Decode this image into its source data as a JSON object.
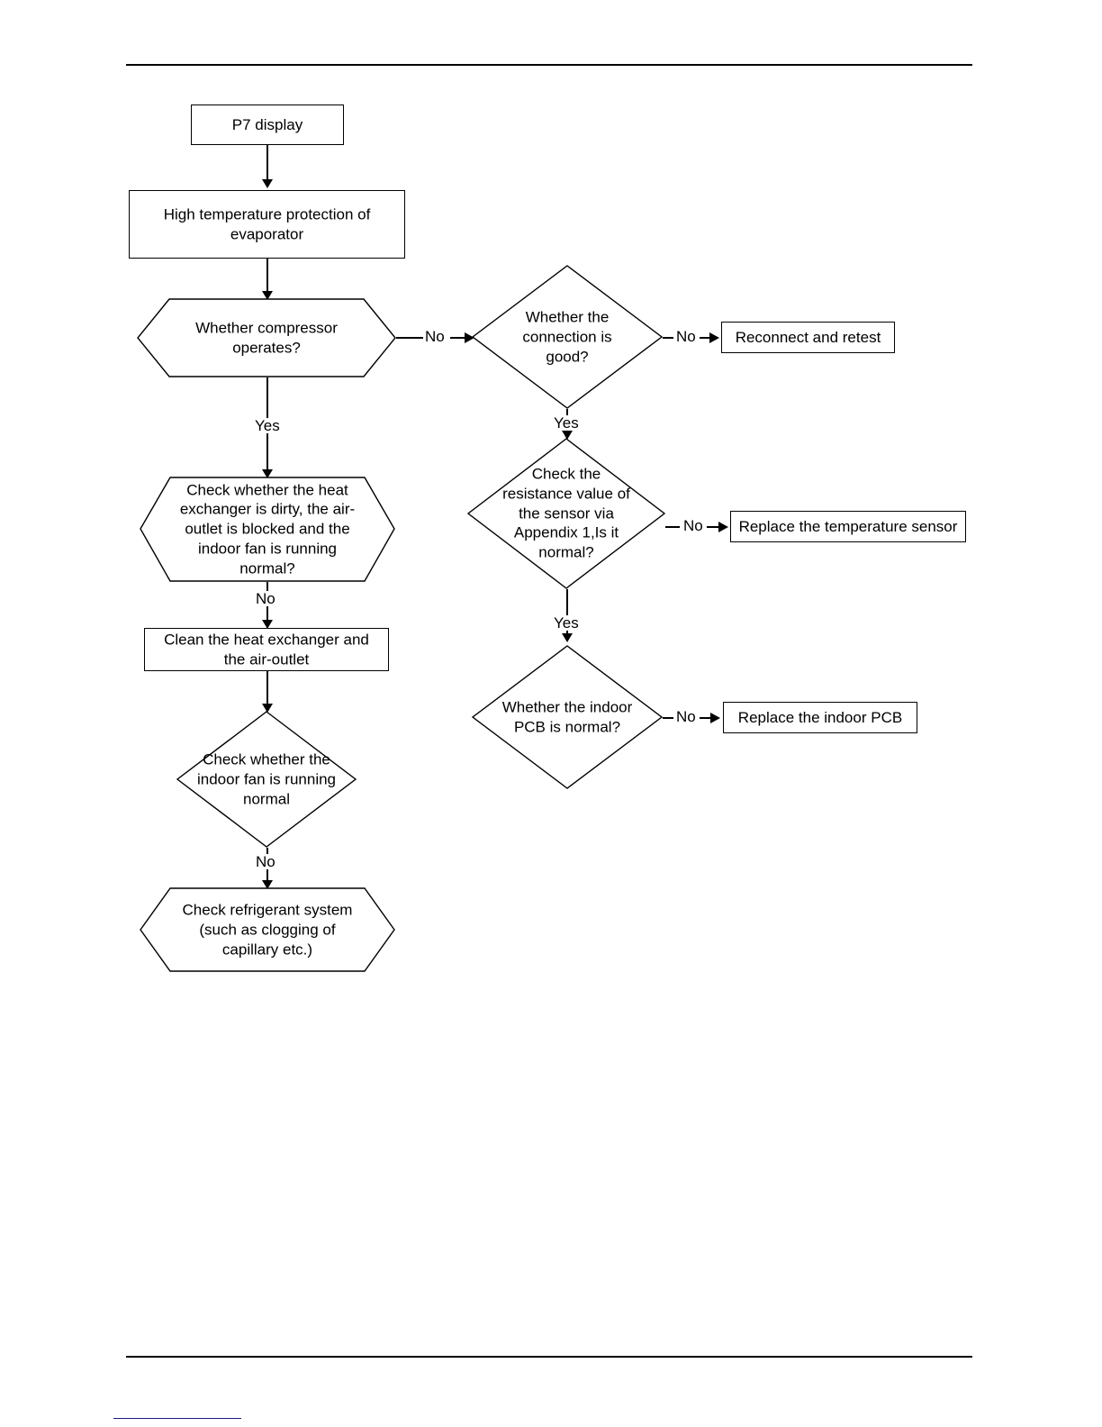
{
  "page": {
    "title": "P7 error code troubleshooting flowchart",
    "rules": {
      "top": "horizontal-rule",
      "bottom": "horizontal-rule",
      "footer": "footer-underline"
    }
  },
  "flowchart": {
    "type": "diagram",
    "nodes": [
      {
        "id": "start",
        "shape": "rectangle",
        "text": "P7 display"
      },
      {
        "id": "fault",
        "shape": "rectangle",
        "text": "High temperature protection of\nevaporator"
      },
      {
        "id": "compressor",
        "shape": "hexagon",
        "text": "Whether compressor\noperates?"
      },
      {
        "id": "connection",
        "shape": "diamond",
        "text": "Whether the\nconnection is\ngood?"
      },
      {
        "id": "reconnect",
        "shape": "rectangle",
        "text": "Reconnect and retest"
      },
      {
        "id": "heat-exchanger",
        "shape": "hexagon",
        "text": "Check whether the heat\nexchanger is dirty, the air-\noutlet is blocked and the\nindoor fan is running\nnormal?"
      },
      {
        "id": "resistance",
        "shape": "diamond",
        "text": "Check the\nresistance value of\nthe sensor via\nAppendix 1,Is it\nnormal?"
      },
      {
        "id": "replace-sensor",
        "shape": "rectangle",
        "text": "Replace the temperature sensor"
      },
      {
        "id": "clean",
        "shape": "rectangle",
        "text": "Clean the heat exchanger and\nthe air-outlet"
      },
      {
        "id": "indoor-pcb",
        "shape": "diamond",
        "text": "Whether the indoor\nPCB is normal?"
      },
      {
        "id": "replace-pcb",
        "shape": "rectangle",
        "text": "Replace the indoor PCB"
      },
      {
        "id": "indoor-fan",
        "shape": "diamond",
        "text": "Check whether the\nindoor fan is running\nnormal"
      },
      {
        "id": "refrigerant",
        "shape": "hexagon",
        "text": "Check refrigerant system\n(such as clogging of\ncapillary etc.)"
      }
    ],
    "edges": [
      {
        "from": "start",
        "to": "fault",
        "label": ""
      },
      {
        "from": "fault",
        "to": "compressor",
        "label": ""
      },
      {
        "from": "compressor",
        "to": "connection",
        "label": "No"
      },
      {
        "from": "compressor",
        "to": "heat-exchanger",
        "label": "Yes"
      },
      {
        "from": "connection",
        "to": "reconnect",
        "label": "No"
      },
      {
        "from": "connection",
        "to": "resistance",
        "label": "Yes"
      },
      {
        "from": "resistance",
        "to": "replace-sensor",
        "label": "No"
      },
      {
        "from": "resistance",
        "to": "indoor-pcb",
        "label": "Yes"
      },
      {
        "from": "indoor-pcb",
        "to": "replace-pcb",
        "label": "No"
      },
      {
        "from": "heat-exchanger",
        "to": "clean",
        "label": "No"
      },
      {
        "from": "clean",
        "to": "indoor-fan",
        "label": ""
      },
      {
        "from": "indoor-fan",
        "to": "refrigerant",
        "label": "No"
      }
    ],
    "edge_labels": {
      "compressor_no": "No",
      "compressor_yes": "Yes",
      "connection_no": "No",
      "connection_yes": "Yes",
      "resistance_no": "No",
      "resistance_yes": "Yes",
      "pcb_no": "No",
      "heat_exchanger_no": "No",
      "indoor_fan_no": "No"
    },
    "colors": {
      "stroke": "#000000",
      "fill": "#ffffff",
      "text": "#000000",
      "footer_rule": "#1a1a7a"
    }
  }
}
